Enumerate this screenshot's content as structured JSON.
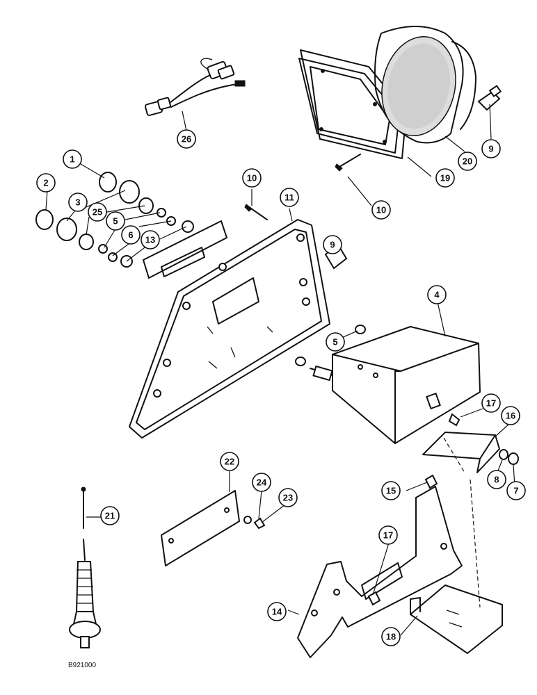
{
  "figure_code": "B921000",
  "callouts": [
    "1",
    "2",
    "3",
    "25",
    "5",
    "6",
    "13",
    "10",
    "11",
    "9",
    "26",
    "19",
    "20",
    "9",
    "10",
    "4",
    "5",
    "17",
    "16",
    "8",
    "7",
    "22",
    "24",
    "23",
    "21",
    "15",
    "17",
    "14",
    "18"
  ]
}
